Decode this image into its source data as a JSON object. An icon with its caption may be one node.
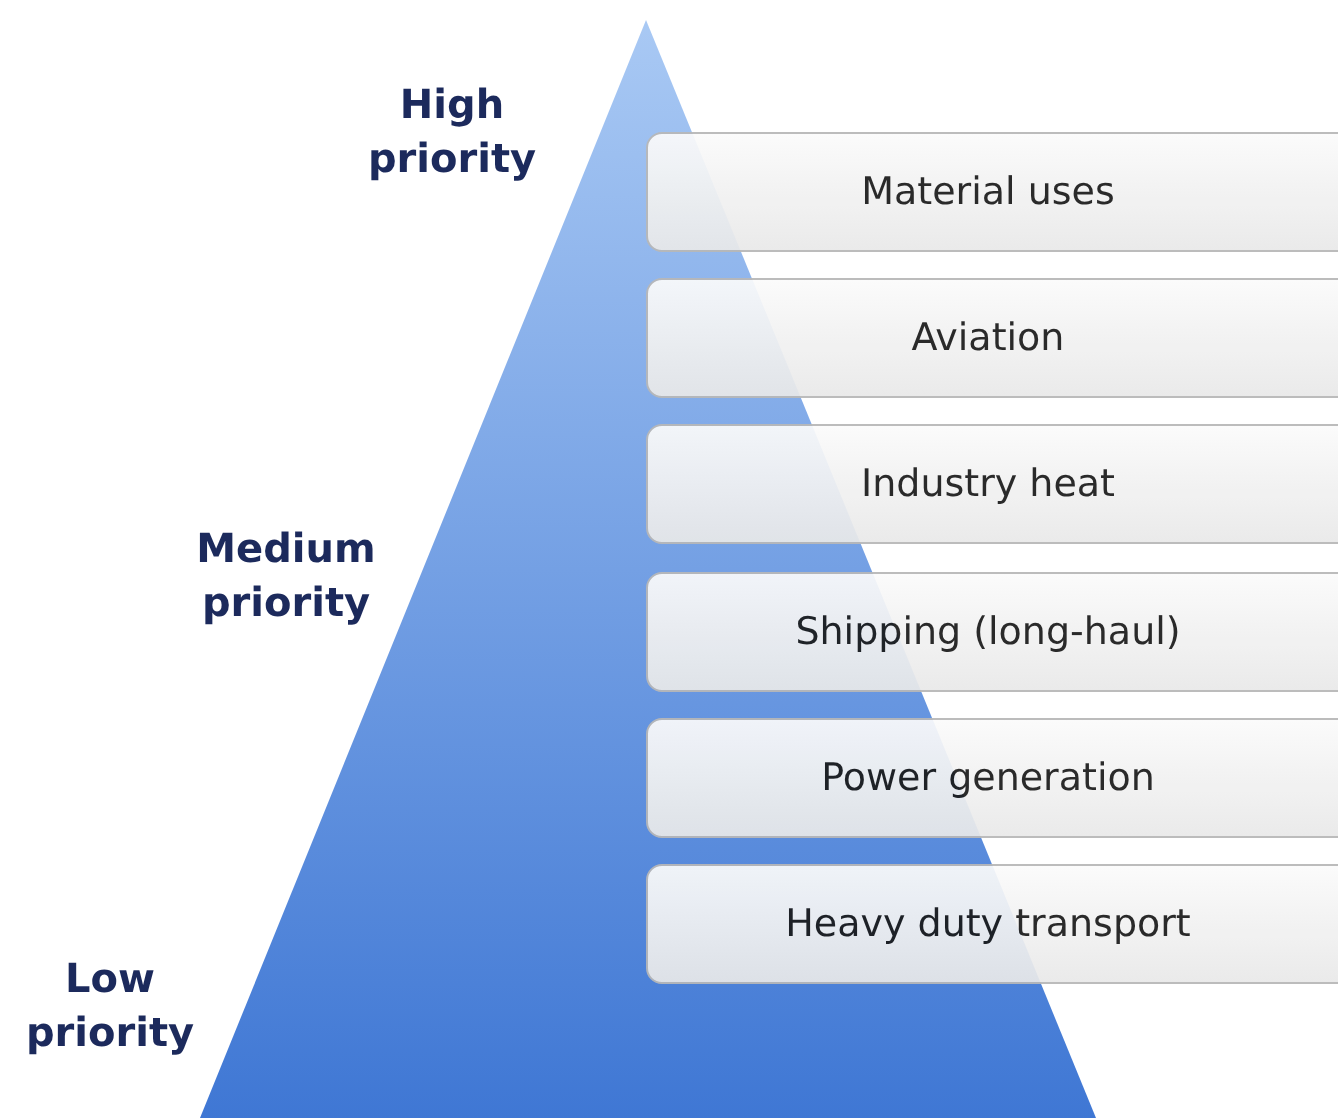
{
  "diagram": {
    "nodes": [
      {
        "text": [
          "Material uses"
        ]
      },
      {
        "text": [
          "Aviation"
        ]
      },
      {
        "text": [
          "Industry heat"
        ]
      },
      {
        "text": [
          "Shipping (long-haul)"
        ]
      },
      {
        "text": [
          "Power generation"
        ]
      },
      {
        "text": [
          "Heavy duty transport"
        ]
      }
    ],
    "labels": [
      "High priority",
      "Medium priority",
      "Low priority"
    ]
  }
}
